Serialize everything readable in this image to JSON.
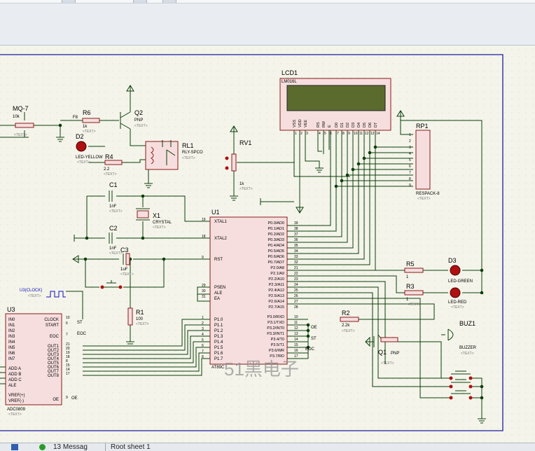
{
  "statusbar": {
    "messages": "13 Messag",
    "sheet": "Root sheet 1"
  },
  "watermark": "51黑电子",
  "colors": {
    "wire": "#0b3f0b",
    "part_outline": "#8a1a1a",
    "part_fill": "#f6dede",
    "label": "#000000",
    "lcd_screen": "#5b6b2e",
    "sheet_border": "#1a1aa8",
    "led": "#b01010",
    "signal": "#1010c0"
  },
  "components": {
    "mq7": {
      "ref": "MQ-7",
      "val": "10k"
    },
    "r6": {
      "ref": "R6",
      "val": "1k",
      "net": "F8"
    },
    "q2": {
      "ref": "Q2",
      "type": "PNP"
    },
    "d2": {
      "ref": "D2",
      "model": "LED-YELLOW"
    },
    "r4": {
      "ref": "R4",
      "val": "2.2"
    },
    "rl1": {
      "ref": "RL1",
      "model": "RLY-SPCO"
    },
    "lcd1": {
      "ref": "LCD1",
      "model": "LM016L",
      "pins": [
        "VSS",
        "VDD",
        "VEE",
        "RS",
        "RW",
        "E",
        "D0",
        "D1",
        "D2",
        "D3",
        "D4",
        "D5",
        "D6",
        "D7"
      ],
      "nums": [
        "1",
        "2",
        "3",
        "4",
        "5",
        "6",
        "7",
        "8",
        "9",
        "10",
        "11",
        "12",
        "13",
        "14"
      ]
    },
    "rv1": {
      "ref": "RV1",
      "val": "1k"
    },
    "rp1": {
      "ref": "RP1",
      "model": "RESPACK-8",
      "pins": [
        "1",
        "2",
        "3",
        "4",
        "5",
        "6",
        "7",
        "8",
        "9"
      ]
    },
    "c1": {
      "ref": "C1",
      "val": "1nF"
    },
    "c2": {
      "ref": "C2",
      "val": "1nF"
    },
    "c3": {
      "ref": "C3",
      "val": "1uF"
    },
    "x1": {
      "ref": "X1",
      "model": "CRYSTAL"
    },
    "r1": {
      "ref": "R1",
      "val": "100"
    },
    "r5": {
      "ref": "R5",
      "val": "1"
    },
    "r3": {
      "ref": "R3",
      "val": "1"
    },
    "d3": {
      "ref": "D3",
      "model": "LED-GREEN"
    },
    "d1": {
      "model": "LED-RED"
    },
    "r2": {
      "ref": "R2",
      "val": "2.2k"
    },
    "q1": {
      "ref": "Q1",
      "type": "PNP"
    },
    "buz1": {
      "ref": "BUZ1",
      "model": "BUZZER"
    },
    "u3clock": {
      "label": "U3(CLOCK)"
    },
    "text_tag": "<TEXT>",
    "u1": {
      "ref": "U1",
      "model": "AT89C",
      "left_pins": [
        {
          "name": "XTAL1",
          "num": "19"
        },
        {
          "name": "XTAL2",
          "num": "18"
        },
        {
          "name": "RST",
          "num": "9"
        },
        {
          "name": "PSEN",
          "num": "29"
        },
        {
          "name": "ALE",
          "num": "30"
        },
        {
          "name": "EA",
          "num": "31"
        },
        {
          "name": "P1.0",
          "num": "1"
        },
        {
          "name": "P1.1",
          "num": "2"
        },
        {
          "name": "P1.2",
          "num": "3"
        },
        {
          "name": "P1.3",
          "num": "4"
        },
        {
          "name": "P1.4",
          "num": "5"
        },
        {
          "name": "P1.5",
          "num": "6"
        },
        {
          "name": "P1.6",
          "num": "7"
        },
        {
          "name": "P1.7",
          "num": "8"
        }
      ],
      "right_pins": [
        {
          "name": "P0.0/AD0",
          "num": "39"
        },
        {
          "name": "P0.1/AD1",
          "num": "38"
        },
        {
          "name": "P0.2/AD2",
          "num": "37"
        },
        {
          "name": "P0.3/AD3",
          "num": "36"
        },
        {
          "name": "P0.4/AD4",
          "num": "35"
        },
        {
          "name": "P0.5/AD5",
          "num": "34"
        },
        {
          "name": "P0.6/AD6",
          "num": "33"
        },
        {
          "name": "P0.7/AD7",
          "num": "32"
        },
        {
          "name": "P2.0/A8",
          "num": "21"
        },
        {
          "name": "P2.1/A9",
          "num": "22"
        },
        {
          "name": "P2.2/A10",
          "num": "23"
        },
        {
          "name": "P2.3/A11",
          "num": "24"
        },
        {
          "name": "P2.4/A12",
          "num": "25"
        },
        {
          "name": "P2.5/A13",
          "num": "26"
        },
        {
          "name": "P2.6/A14",
          "num": "27"
        },
        {
          "name": "P2.7/A15",
          "num": "28"
        },
        {
          "name": "P3.0/RXD",
          "num": "10"
        },
        {
          "name": "P3.1/TXD",
          "num": "11"
        },
        {
          "name": "P3.2/INT0",
          "num": "12"
        },
        {
          "name": "P3.3/INT1",
          "num": "13"
        },
        {
          "name": "P3.4/T0",
          "num": "14"
        },
        {
          "name": "P3.5/T1",
          "num": "15"
        },
        {
          "name": "P3.6/WR",
          "num": "16"
        },
        {
          "name": "P3.7/RD",
          "num": "17"
        }
      ],
      "nets": [
        "OE",
        "ST",
        "EOC"
      ]
    },
    "u3": {
      "ref": "U3",
      "model": "ADC0809",
      "left_pins": [
        "IN0",
        "IN1",
        "IN2",
        "IN3",
        "IN4",
        "IN5",
        "IN6",
        "IN7",
        "ADD A",
        "ADD B",
        "ADD C",
        "ALE",
        "VREF(+)",
        "VREF(-)"
      ],
      "right_pins": [
        {
          "name": "CLOCK",
          "num": "10"
        },
        {
          "name": "START",
          "num": "6"
        },
        {
          "name": "EOC",
          "num": "7"
        },
        {
          "name": "OUT1",
          "num": "21"
        },
        {
          "name": "OUT2",
          "num": "20"
        },
        {
          "name": "OUT3",
          "num": "19"
        },
        {
          "name": "OUT4",
          "num": "18"
        },
        {
          "name": "OUT5",
          "num": "8"
        },
        {
          "name": "OUT6",
          "num": "15"
        },
        {
          "name": "OUT7",
          "num": "14"
        },
        {
          "name": "OUT8",
          "num": "17"
        },
        {
          "name": "OE",
          "num": "9"
        }
      ],
      "nets": [
        "ST",
        "EOC",
        "OE"
      ]
    }
  }
}
